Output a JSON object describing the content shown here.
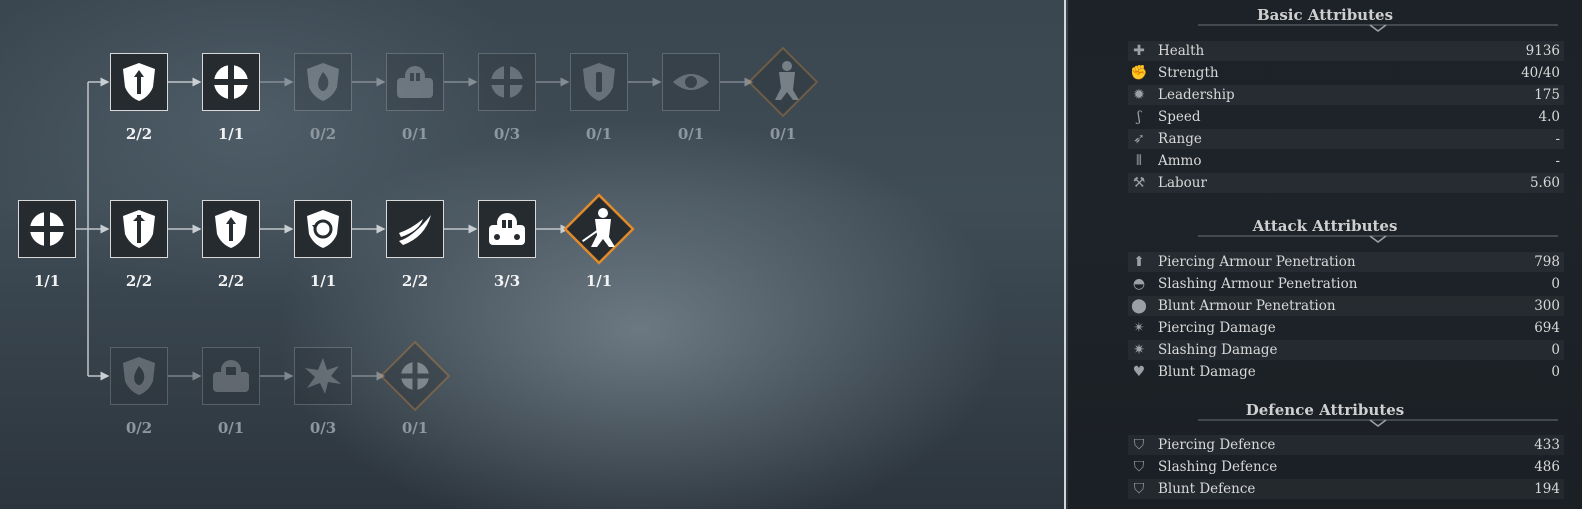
{
  "skill_tree": {
    "root": {
      "count": "1/1",
      "icon": "medic-cross-icon"
    },
    "top_row": [
      {
        "count": "2/2",
        "icon": "shield-up-arrow-icon",
        "locked": false
      },
      {
        "count": "1/1",
        "icon": "medic-cross-icon",
        "locked": false
      },
      {
        "count": "0/2",
        "icon": "shield-flame-icon",
        "locked": true
      },
      {
        "count": "0/1",
        "icon": "armoured-knight-icon",
        "locked": true
      },
      {
        "count": "0/3",
        "icon": "cross-badge-icon",
        "locked": true
      },
      {
        "count": "0/1",
        "icon": "shield-bottle-icon",
        "locked": true
      },
      {
        "count": "0/1",
        "icon": "eye-swirl-icon",
        "locked": true
      },
      {
        "count": "0/1",
        "icon": "warrior-diamond-icon",
        "locked": true
      }
    ],
    "middle_row": [
      {
        "count": "2/2",
        "icon": "shield-spear-icon",
        "locked": false
      },
      {
        "count": "2/2",
        "icon": "shield-up-arrow-icon",
        "locked": false
      },
      {
        "count": "1/1",
        "icon": "shield-swirl-icon",
        "locked": false
      },
      {
        "count": "2/2",
        "icon": "slash-arc-icon",
        "locked": false
      },
      {
        "count": "3/3",
        "icon": "armoured-knight-icon",
        "locked": false
      },
      {
        "count": "1/1",
        "icon": "warrior-diamond-icon",
        "locked": false
      }
    ],
    "bottom_row": [
      {
        "count": "0/2",
        "icon": "shield-flame-icon",
        "locked": true
      },
      {
        "count": "0/1",
        "icon": "armoured-knight-icon",
        "locked": true
      },
      {
        "count": "0/3",
        "icon": "burst-icon",
        "locked": true
      },
      {
        "count": "0/1",
        "icon": "medic-diamond-icon",
        "locked": true
      }
    ]
  },
  "panel": {
    "basic": {
      "title": "Basic Attributes",
      "rows": [
        {
          "name": "Health",
          "value": "9136",
          "icon": "health-icon"
        },
        {
          "name": "Strength",
          "value": "40/40",
          "icon": "strength-icon"
        },
        {
          "name": "Leadership",
          "value": "175",
          "icon": "leadership-icon"
        },
        {
          "name": "Speed",
          "value": "4.0",
          "icon": "speed-icon"
        },
        {
          "name": "Range",
          "value": "-",
          "icon": "range-icon"
        },
        {
          "name": "Ammo",
          "value": "-",
          "icon": "ammo-icon"
        },
        {
          "name": "Labour",
          "value": "5.60",
          "icon": "labour-icon"
        }
      ]
    },
    "attack": {
      "title": "Attack Attributes",
      "rows": [
        {
          "name": "Piercing Armour Penetration",
          "value": "798",
          "icon": "piercing-penetration-icon"
        },
        {
          "name": "Slashing Armour Penetration",
          "value": "0",
          "icon": "slashing-penetration-icon"
        },
        {
          "name": "Blunt Armour Penetration",
          "value": "300",
          "icon": "blunt-penetration-icon"
        },
        {
          "name": "Piercing Damage",
          "value": "694",
          "icon": "piercing-damage-icon"
        },
        {
          "name": "Slashing Damage",
          "value": "0",
          "icon": "slashing-damage-icon"
        },
        {
          "name": "Blunt Damage",
          "value": "0",
          "icon": "blunt-damage-icon"
        }
      ]
    },
    "defence": {
      "title": "Defence Attributes",
      "rows": [
        {
          "name": "Piercing Defence",
          "value": "433",
          "icon": "piercing-defence-icon"
        },
        {
          "name": "Slashing Defence",
          "value": "486",
          "icon": "slashing-defence-icon"
        },
        {
          "name": "Blunt Defence",
          "value": "194",
          "icon": "blunt-defence-icon"
        }
      ]
    }
  }
}
